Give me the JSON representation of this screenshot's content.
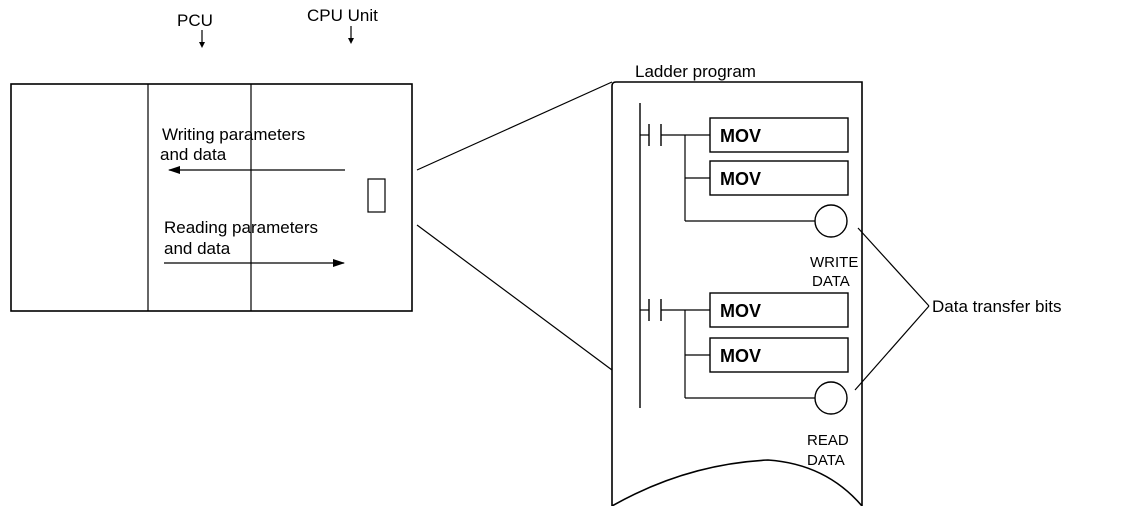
{
  "top_labels": {
    "pcu": "PCU",
    "cpu_unit": "CPU Unit"
  },
  "flows": {
    "writing": [
      "Writing parameters",
      "and data"
    ],
    "reading": [
      "Reading parameters",
      "and data"
    ]
  },
  "ladder": {
    "title": "Ladder program",
    "rungs": [
      {
        "instructions": [
          "MOV",
          "MOV"
        ],
        "coil_label": [
          "WRITE",
          "DATA"
        ]
      },
      {
        "instructions": [
          "MOV",
          "MOV"
        ],
        "coil_label": [
          "READ",
          "DATA"
        ]
      }
    ]
  },
  "callout": "Data transfer bits"
}
